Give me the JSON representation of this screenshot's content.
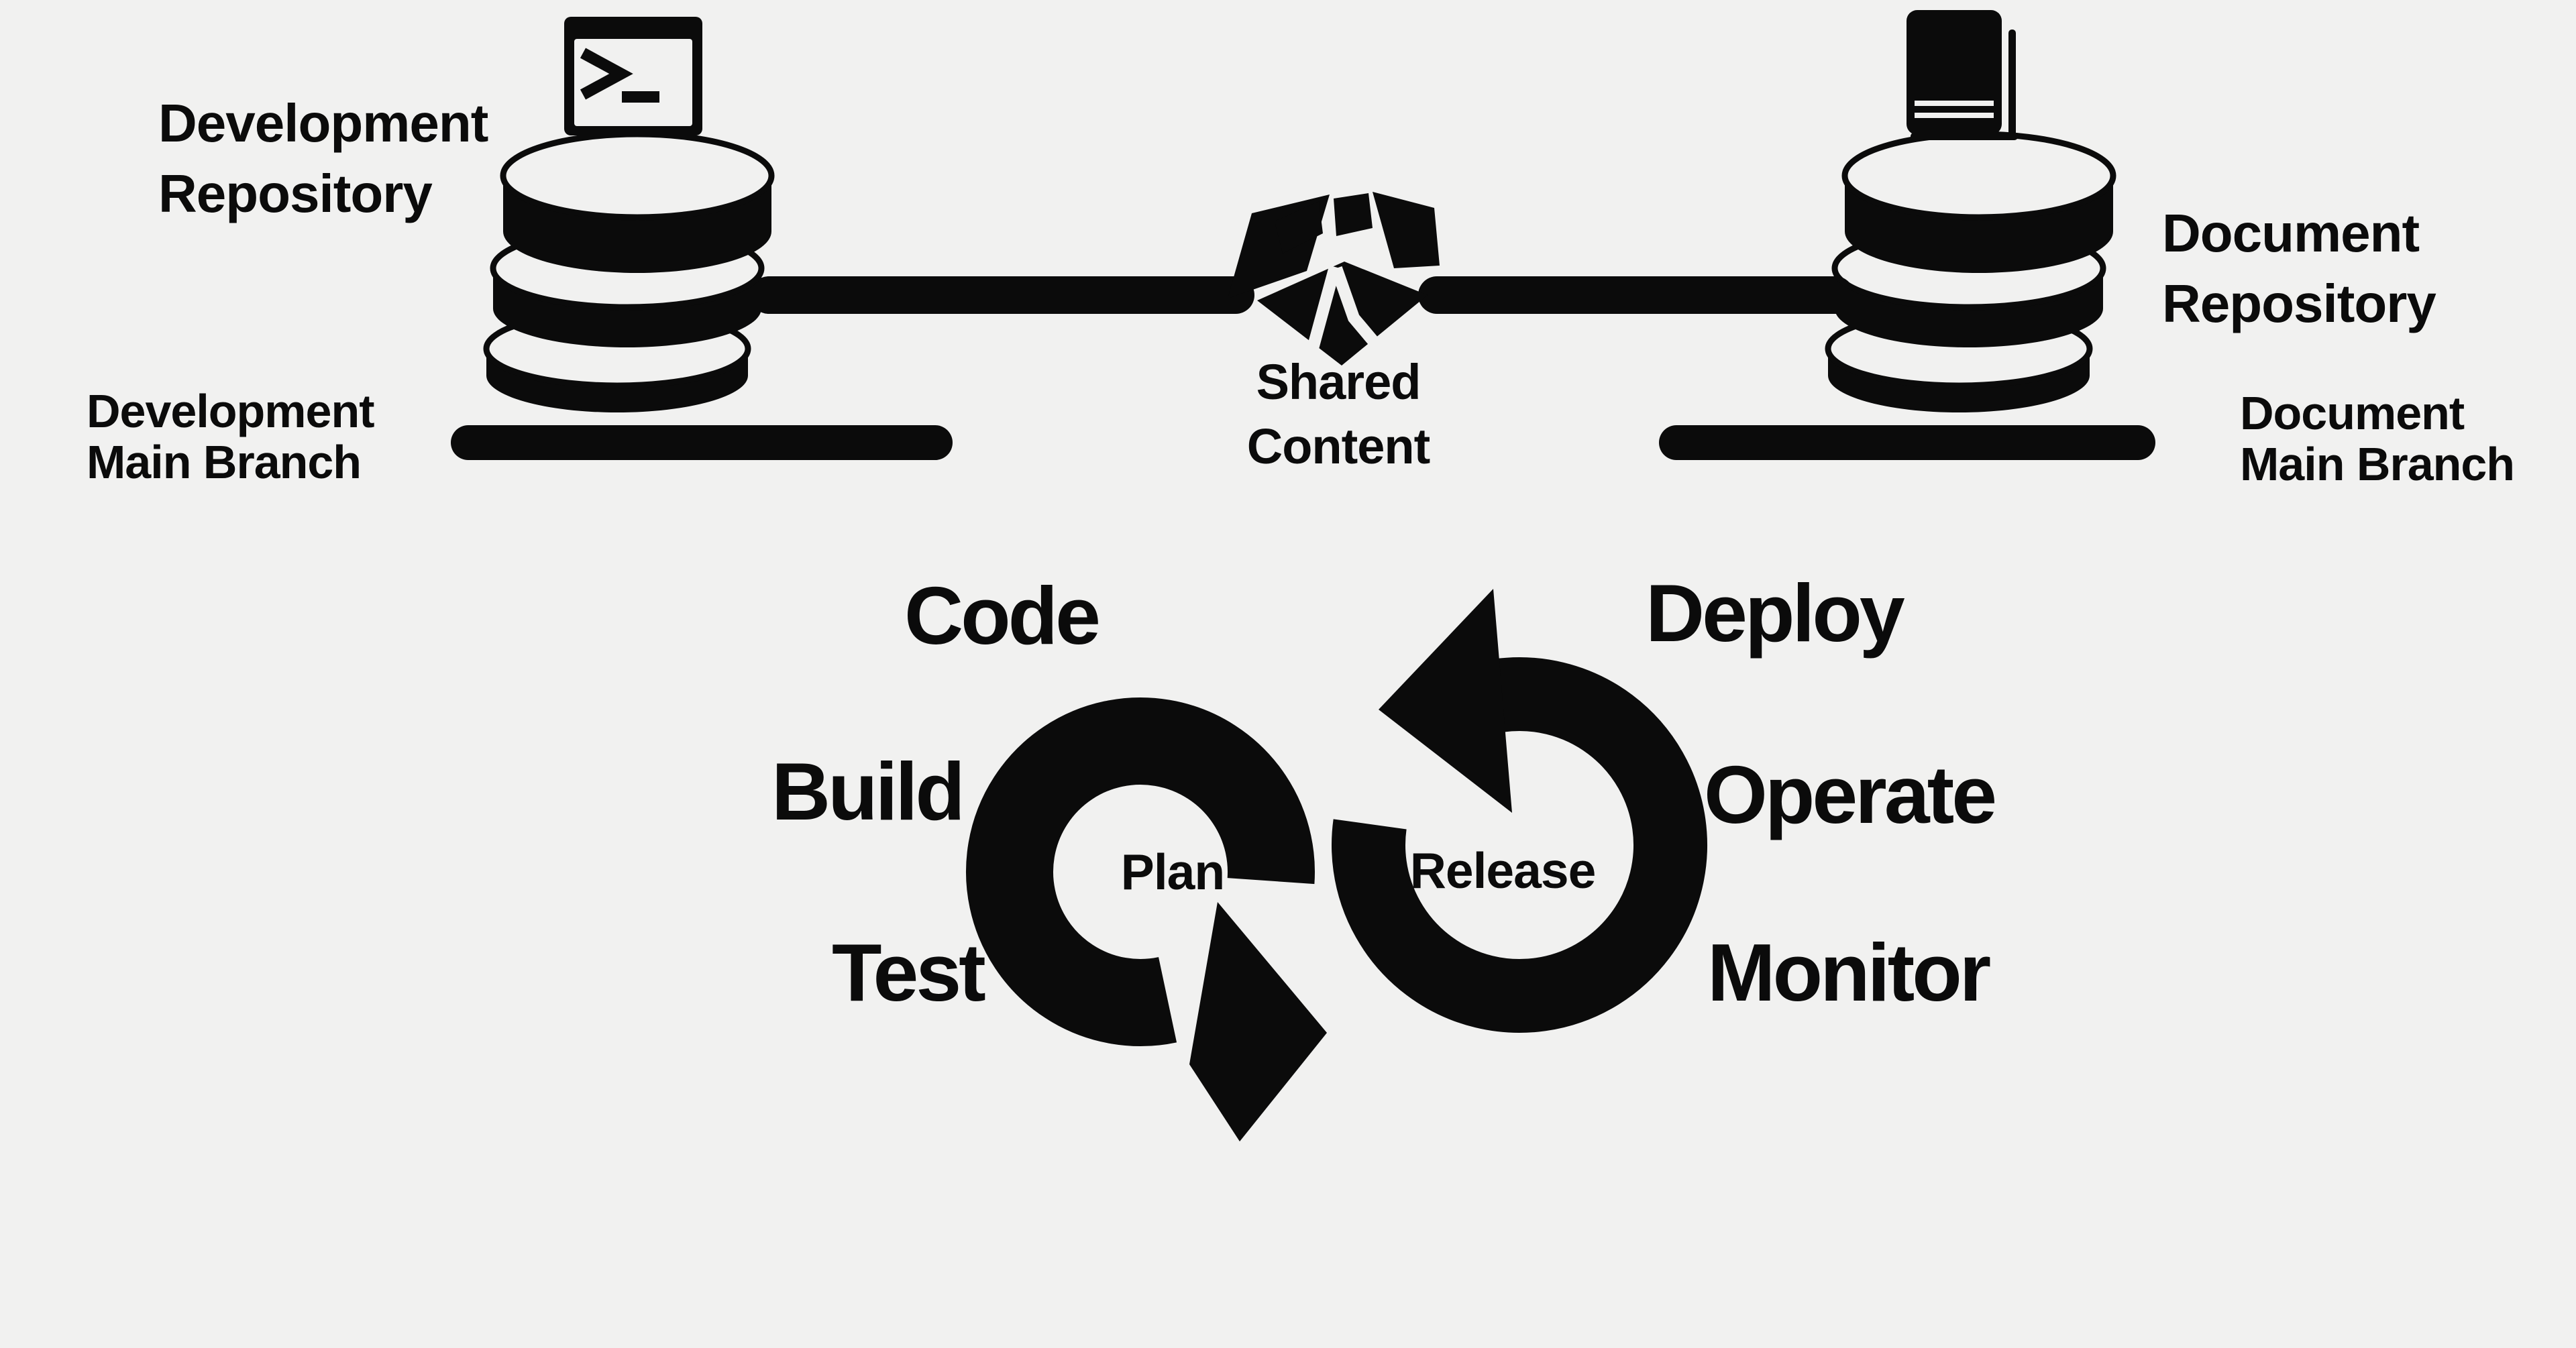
{
  "canvas": {
    "background": "#f1f1f0",
    "ink": "#0b0b0b"
  },
  "pipeline": {
    "dev_repo_label": {
      "line1": "Development",
      "line2": "Repository"
    },
    "dev_branch_label": {
      "line1": "Development",
      "line2": "Main Branch"
    },
    "shared_content_label": {
      "line1": "Shared",
      "line2": "Content"
    },
    "doc_repo_label": {
      "line1": "Document",
      "line2": "Repository"
    },
    "doc_branch_label": {
      "line1": "Document",
      "line2": "Main Branch"
    }
  },
  "loop": {
    "code": "Code",
    "build": "Build",
    "test": "Test",
    "deploy": "Deploy",
    "operate": "Operate",
    "monitor": "Monitor",
    "plan": "Plan",
    "release": "Release"
  }
}
